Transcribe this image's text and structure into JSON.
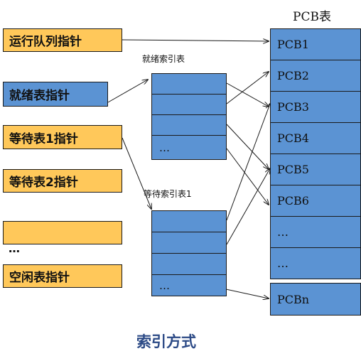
{
  "pcb_table": {
    "title": "PCB表",
    "entries": [
      "PCB1",
      "PCB2",
      "PCB3",
      "PCB4",
      "PCB5",
      "PCB6",
      "…",
      "…",
      "PCBn"
    ]
  },
  "pointers": [
    {
      "label": "运行队列指针",
      "color": "#ffc85a"
    },
    {
      "label": "就绪表指针",
      "color": "#5b93d3"
    },
    {
      "label": "等待表1指针",
      "color": "#ffc85a"
    },
    {
      "label": "等待表2指针",
      "color": "#ffc85a"
    },
    {
      "label": "",
      "color": "#ffc85a"
    },
    {
      "label": "…",
      "color": ""
    },
    {
      "label": "空闲表指针",
      "color": "#ffc85a"
    }
  ],
  "ready_index": {
    "title": "就绪索引表",
    "entries": [
      "",
      "",
      "",
      "…"
    ]
  },
  "wait_index": {
    "title": "等待索引表1",
    "entries": [
      "",
      "",
      "",
      "…"
    ]
  },
  "caption": "索引方式",
  "colors": {
    "pointer_fill": "#ffc85a",
    "table_fill": "#5b93d3",
    "line": "#1a1a1a"
  }
}
